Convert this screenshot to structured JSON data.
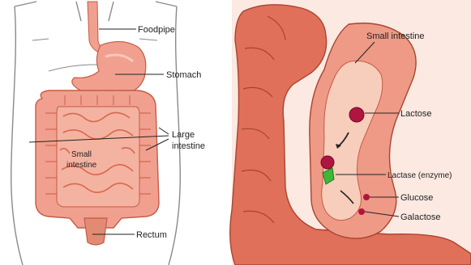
{
  "labels": {
    "foodpipe": "Foodpipe",
    "stomach": "Stomach",
    "large_intestine_line1": "Large",
    "large_intestine_line2": "intestine",
    "small_intestine_line1": "Small",
    "small_intestine_line2": "intestine",
    "rectum": "Rectum",
    "small_intestine_right": "Small intestine",
    "lactose": "Lactose",
    "lactase": "Lactase (enzyme)",
    "glucose": "Glucose",
    "galactose": "Galactose"
  },
  "colors": {
    "body_outline": "#8a8a8a",
    "organ_fill": "#f1a08f",
    "organ_dark": "#d9674f",
    "organ_light": "#f8c8b8",
    "intestine_wall": "#e0705a",
    "intestine_inner": "#f6c3b0",
    "lactose_molecule": "#b01540",
    "lactase_enzyme": "#3fb83a",
    "pointer_line": "#222222"
  }
}
